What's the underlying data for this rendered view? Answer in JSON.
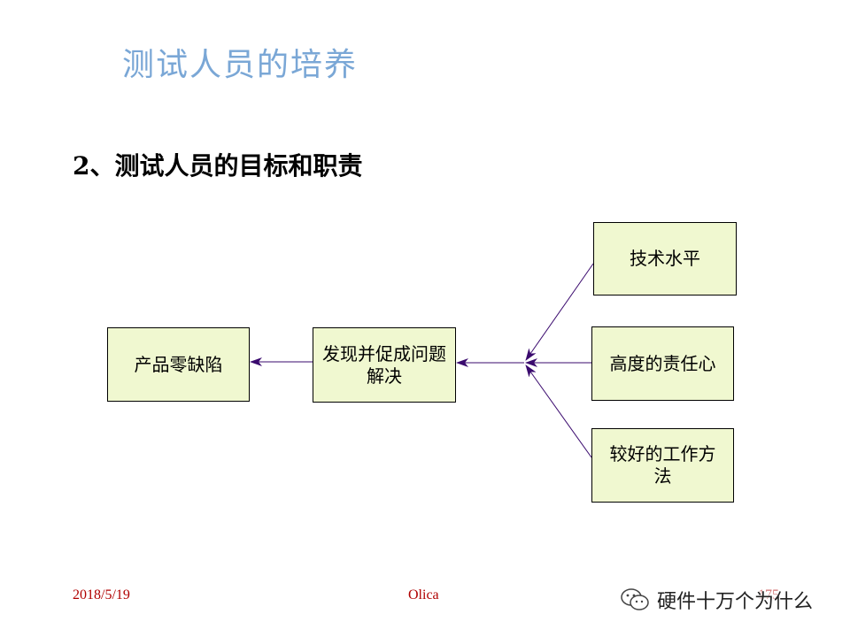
{
  "slide": {
    "title": "测试人员的培养",
    "subtitle": "2、测试人员的目标和职责"
  },
  "diagram": {
    "nodes": {
      "product_zero_defects": "产品零缺陷",
      "find_and_resolve": "发现并促成问题解决",
      "technical_skill": "技术水平",
      "responsibility": "高度的责任心",
      "work_method": "较好的工作方法"
    },
    "edges": [
      {
        "from": "find_and_resolve",
        "to": "product_zero_defects"
      },
      {
        "from": "technical_skill",
        "to": "find_and_resolve"
      },
      {
        "from": "responsibility",
        "to": "find_and_resolve"
      },
      {
        "from": "work_method",
        "to": "find_and_resolve"
      }
    ],
    "arrow_color": "#3a0a6e",
    "box_fill": "#f0f8d0"
  },
  "footer": {
    "date": "2018/5/19",
    "author": "Olica",
    "page": "175"
  },
  "watermark": {
    "text": "硬件十万个为什么",
    "icon": "wechat-icon"
  }
}
